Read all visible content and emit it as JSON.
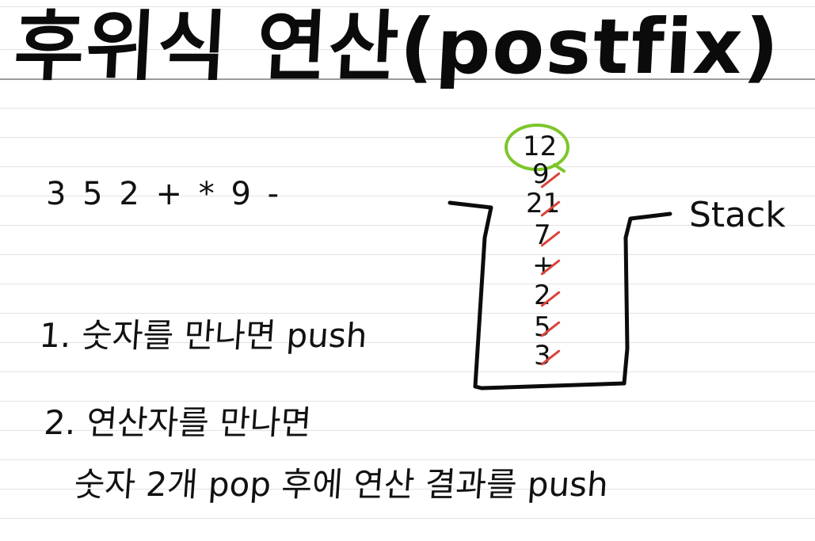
{
  "title": "후위식 연산(postfix)",
  "expression": "3 5 2 + * 9 -",
  "rules": [
    "1. 숫자를 만나면 push",
    "2. 연산자를 만나면",
    "숫자 2개 pop 후에 연산 결과를 push"
  ],
  "stack": {
    "label": "Stack",
    "items": [
      "12",
      "9",
      "21",
      "7",
      "+",
      "2",
      "5",
      "3"
    ],
    "circle_color": "#7cc62a",
    "strike_color": "#d9433b"
  }
}
